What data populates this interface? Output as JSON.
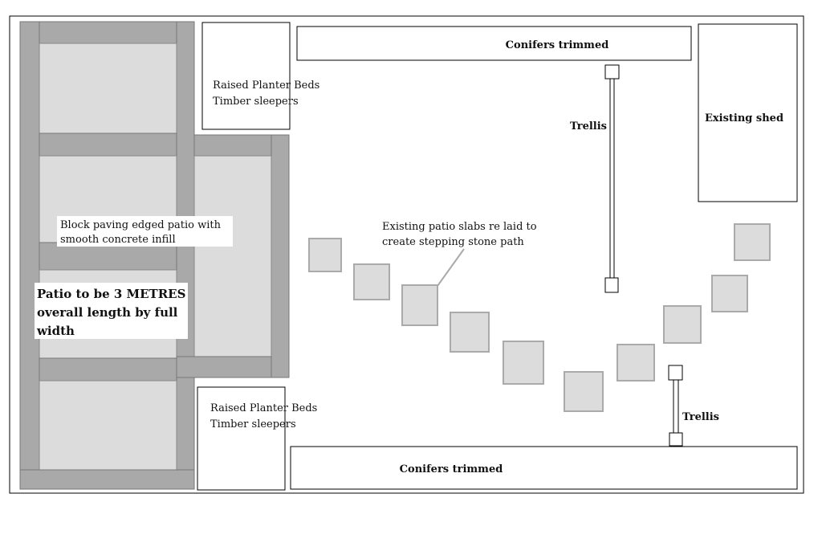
{
  "labels": {
    "conifers_top": "Conifers trimmed",
    "conifers_bottom": "Conifers trimmed",
    "planter_top_line1": "Raised Planter Beds",
    "planter_top_line2": "Timber sleepers",
    "planter_bottom_line1": "Raised Planter Beds",
    "planter_bottom_line2": "Timber sleepers",
    "shed": "Existing shed",
    "trellis_top": "Trellis",
    "trellis_bottom": "Trellis",
    "path_line1": "Existing patio slabs re laid to",
    "path_line2": "create stepping stone path",
    "patio_edge_line1": "Block paving edged patio with",
    "patio_edge_line2": "smooth concrete infill",
    "patio_size_line1": "Patio to be 3 METRES",
    "patio_size_line2": "overall length by full",
    "patio_size_line3": "width"
  },
  "colors": {
    "paving_border": "#a9a9a9",
    "paving_fill": "#dcdcdc",
    "outline": "#000000"
  }
}
